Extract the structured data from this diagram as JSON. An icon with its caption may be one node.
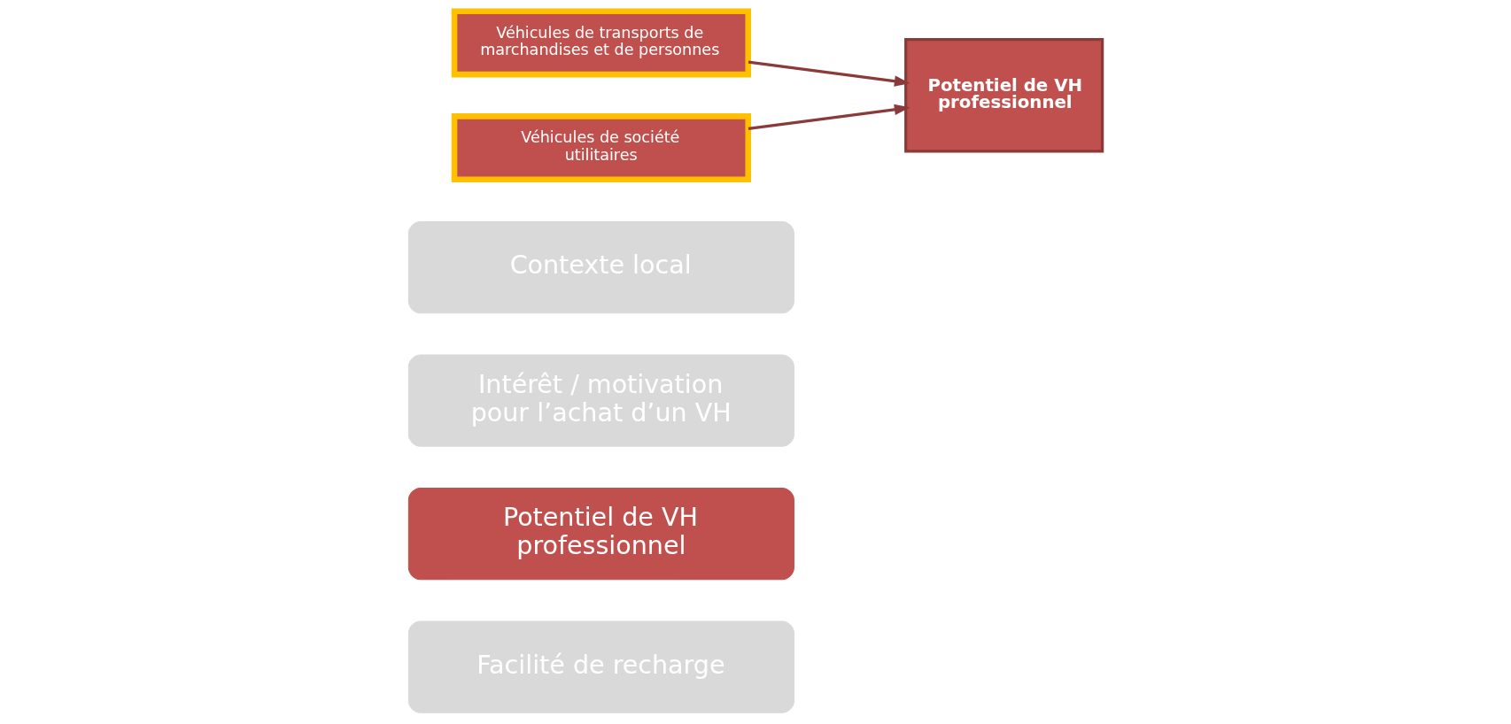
{
  "diagram": {
    "nodes": [
      {
        "text": [
          "Facilité de recharge"
        ]
      },
      {
        "text": [
          "Potentiel de VH professionnel"
        ]
      },
      {
        "text": [
          "Intérêt / motivation pour l’achat d’un VH"
        ]
      },
      {
        "text": [
          "Contexte local"
        ]
      },
      {
        "text": [
          "Véhicules de transports de marchandises et de personnes"
        ]
      },
      {
        "text": [
          "Véhicules de société utilitaires"
        ]
      },
      {
        "text": [
          "Potentiel de VH professionnel"
        ]
      }
    ],
    "edges": [
      {
        "from": 4,
        "to": 6,
        "arrow": "to"
      },
      {
        "from": 5,
        "to": 6,
        "arrow": "to"
      }
    ]
  }
}
